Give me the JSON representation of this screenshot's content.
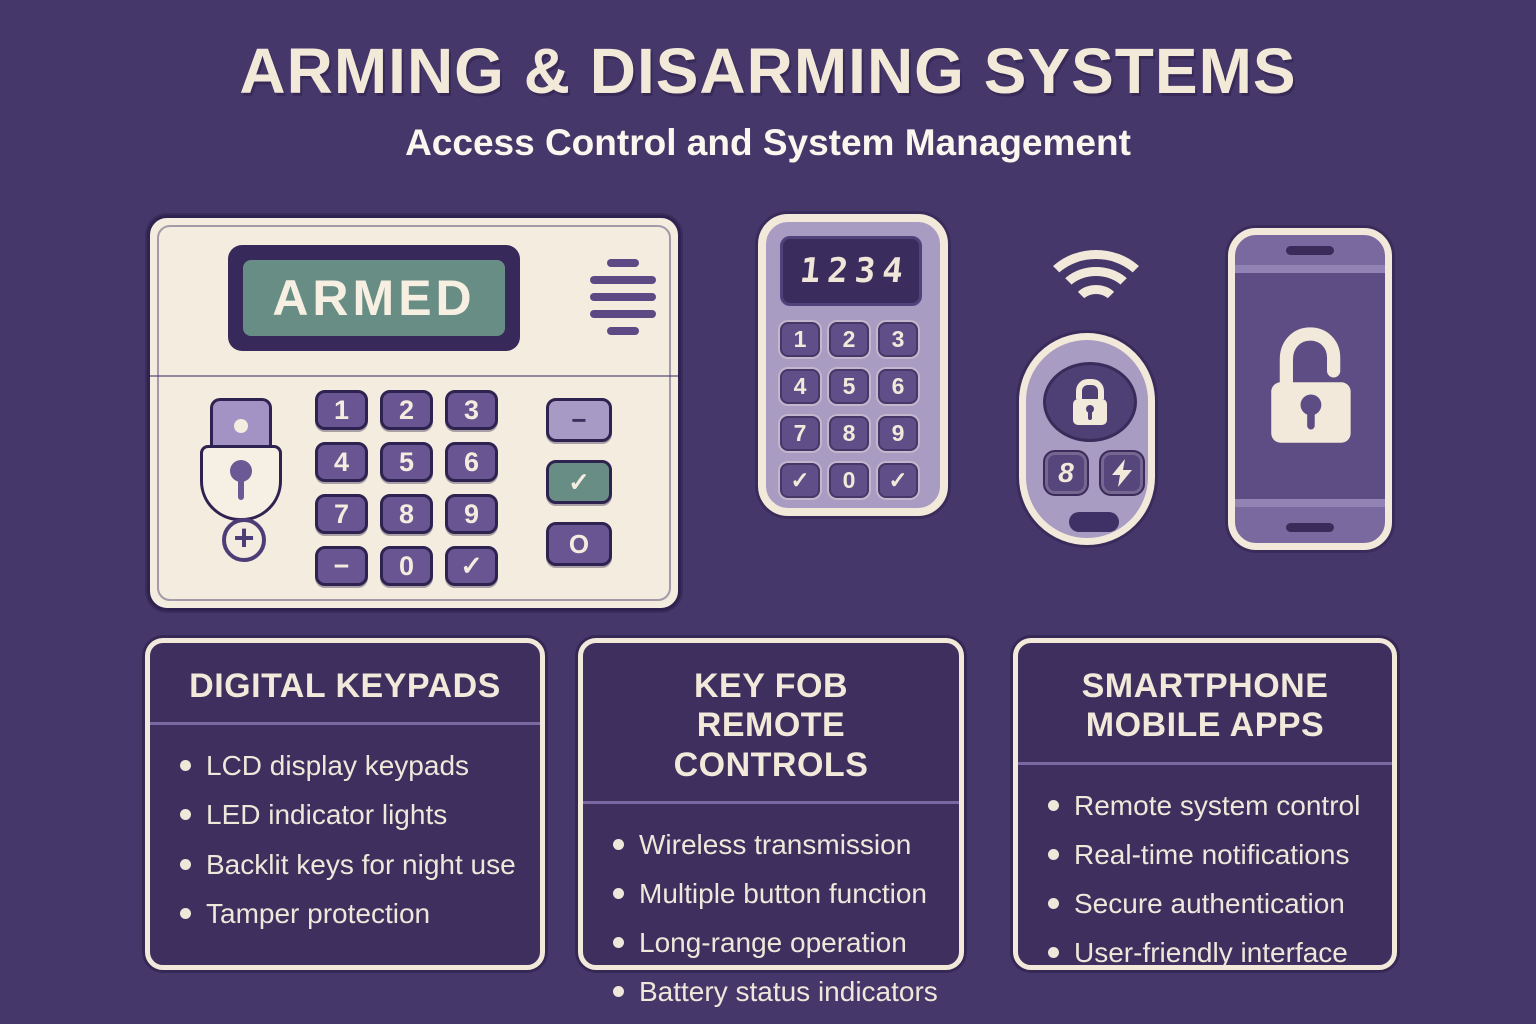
{
  "header": {
    "title": "ARMING & DISARMING SYSTEMS",
    "subtitle": "Access Control and System Management"
  },
  "panel": {
    "display": "ARMED",
    "keys": [
      "1",
      "2",
      "3",
      "4",
      "5",
      "6",
      "7",
      "8",
      "9",
      "−",
      "0",
      "✓"
    ],
    "side_buttons": [
      "−",
      "✓",
      "O"
    ]
  },
  "mini_keypad": {
    "display": "1234",
    "keys": [
      "1",
      "2",
      "3",
      "4",
      "5",
      "6",
      "7",
      "8",
      "9",
      "✓",
      "0",
      "✓"
    ]
  },
  "key_fob": {
    "button_label": "8"
  },
  "cards": [
    {
      "title": "DIGITAL KEYPADS",
      "items": [
        "LCD display keypads",
        "LED indicator lights",
        "Backlit keys for night use",
        "Tamper protection"
      ]
    },
    {
      "title": "KEY FOB REMOTE CONTROLS",
      "items": [
        "Wireless transmission",
        "Multiple button function",
        "Long-range operation",
        "Battery status indicators"
      ]
    },
    {
      "title": "SMARTPHONE MOBILE APPS",
      "items": [
        "Remote system control",
        "Real-time notifications",
        "Secure authentication",
        "User-friendly interface"
      ]
    }
  ],
  "colors": {
    "background": "#46376a",
    "cream": "#f2e9da",
    "panel_face": "#f3ecdf",
    "screen_teal": "#688d85",
    "display_frame": "#372a5b",
    "key_purple": "#685591",
    "light_purple": "#a89cc2",
    "card_fill": "#3e2f5e"
  }
}
